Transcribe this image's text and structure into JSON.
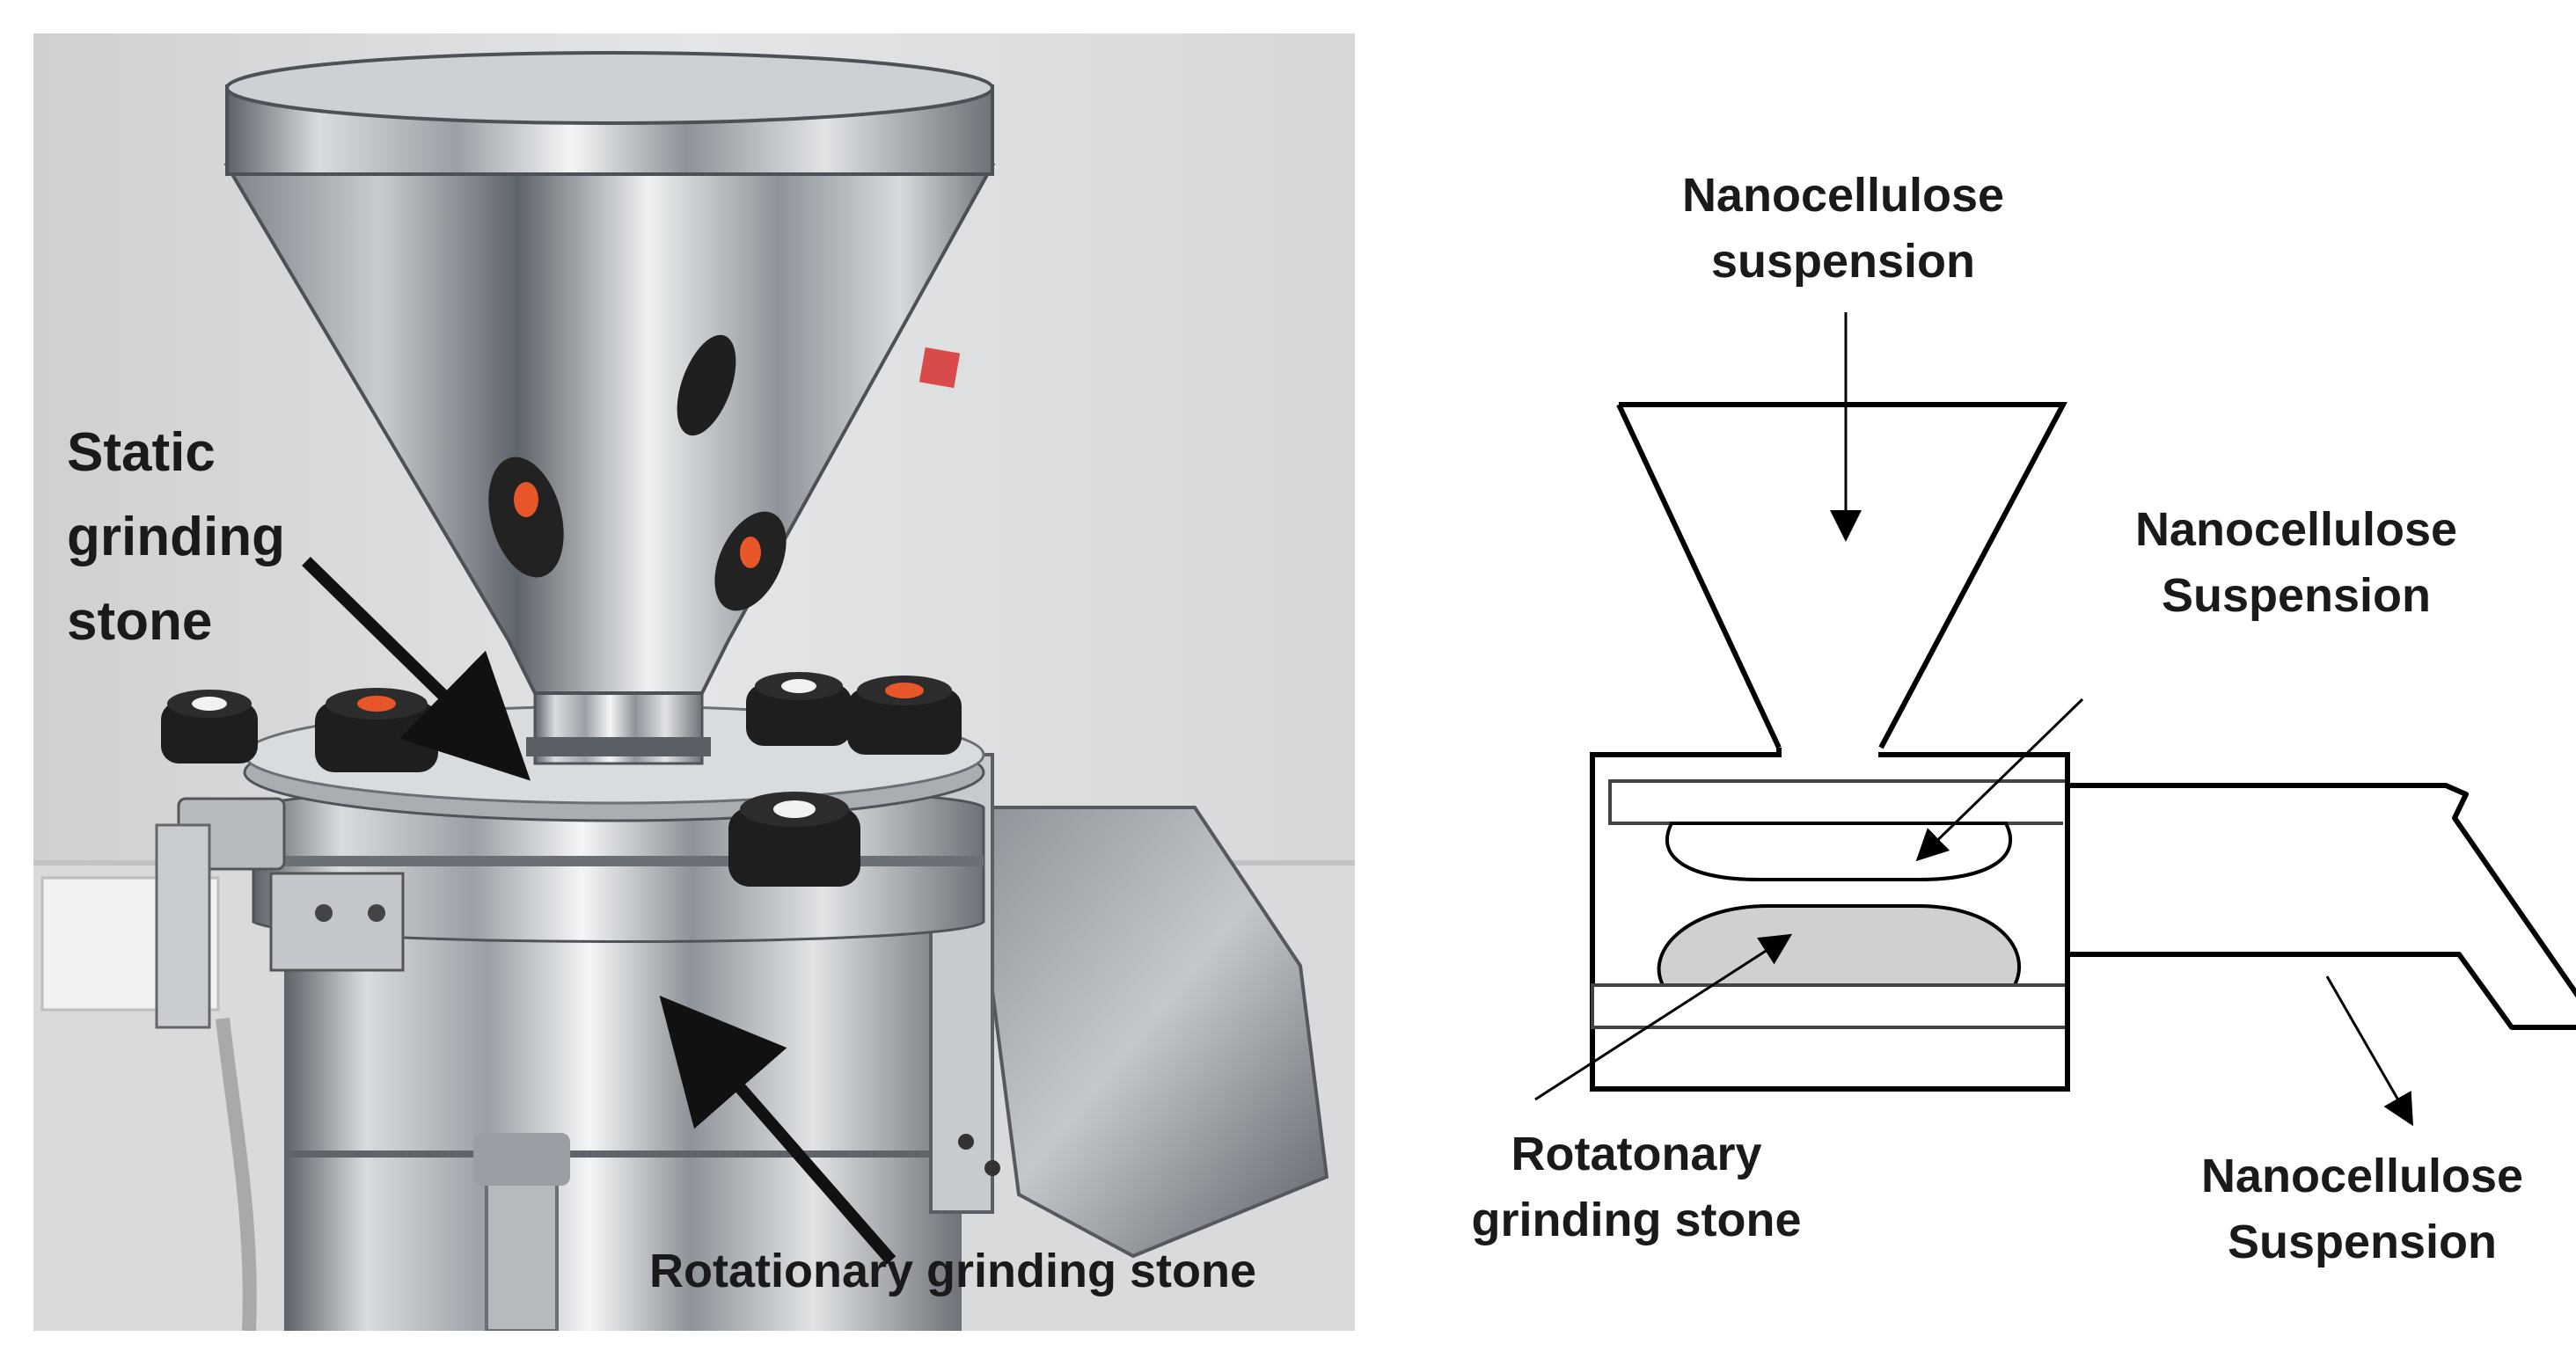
{
  "photo": {
    "label_static": [
      "Static",
      "grinding",
      "stone"
    ],
    "label_rotationary": "Rotationary grinding stone"
  },
  "diagram": {
    "label_top": [
      "Nanocellulose",
      "suspension"
    ],
    "label_middle": [
      "Nanocellulose",
      "Suspension"
    ],
    "label_rotor": [
      "Rotatonary",
      "grinding stone"
    ],
    "label_outlet": [
      "Nanocellulose",
      "Suspension"
    ]
  },
  "colors": {
    "wall": "#dcdcdc",
    "steel_light": "#e6e8ea",
    "steel_dark": "#6b7076",
    "knob": "#1e1e1e",
    "knob_accent": "#e8572a",
    "stone_fill": "#d0d0d0",
    "line": "#000000"
  }
}
